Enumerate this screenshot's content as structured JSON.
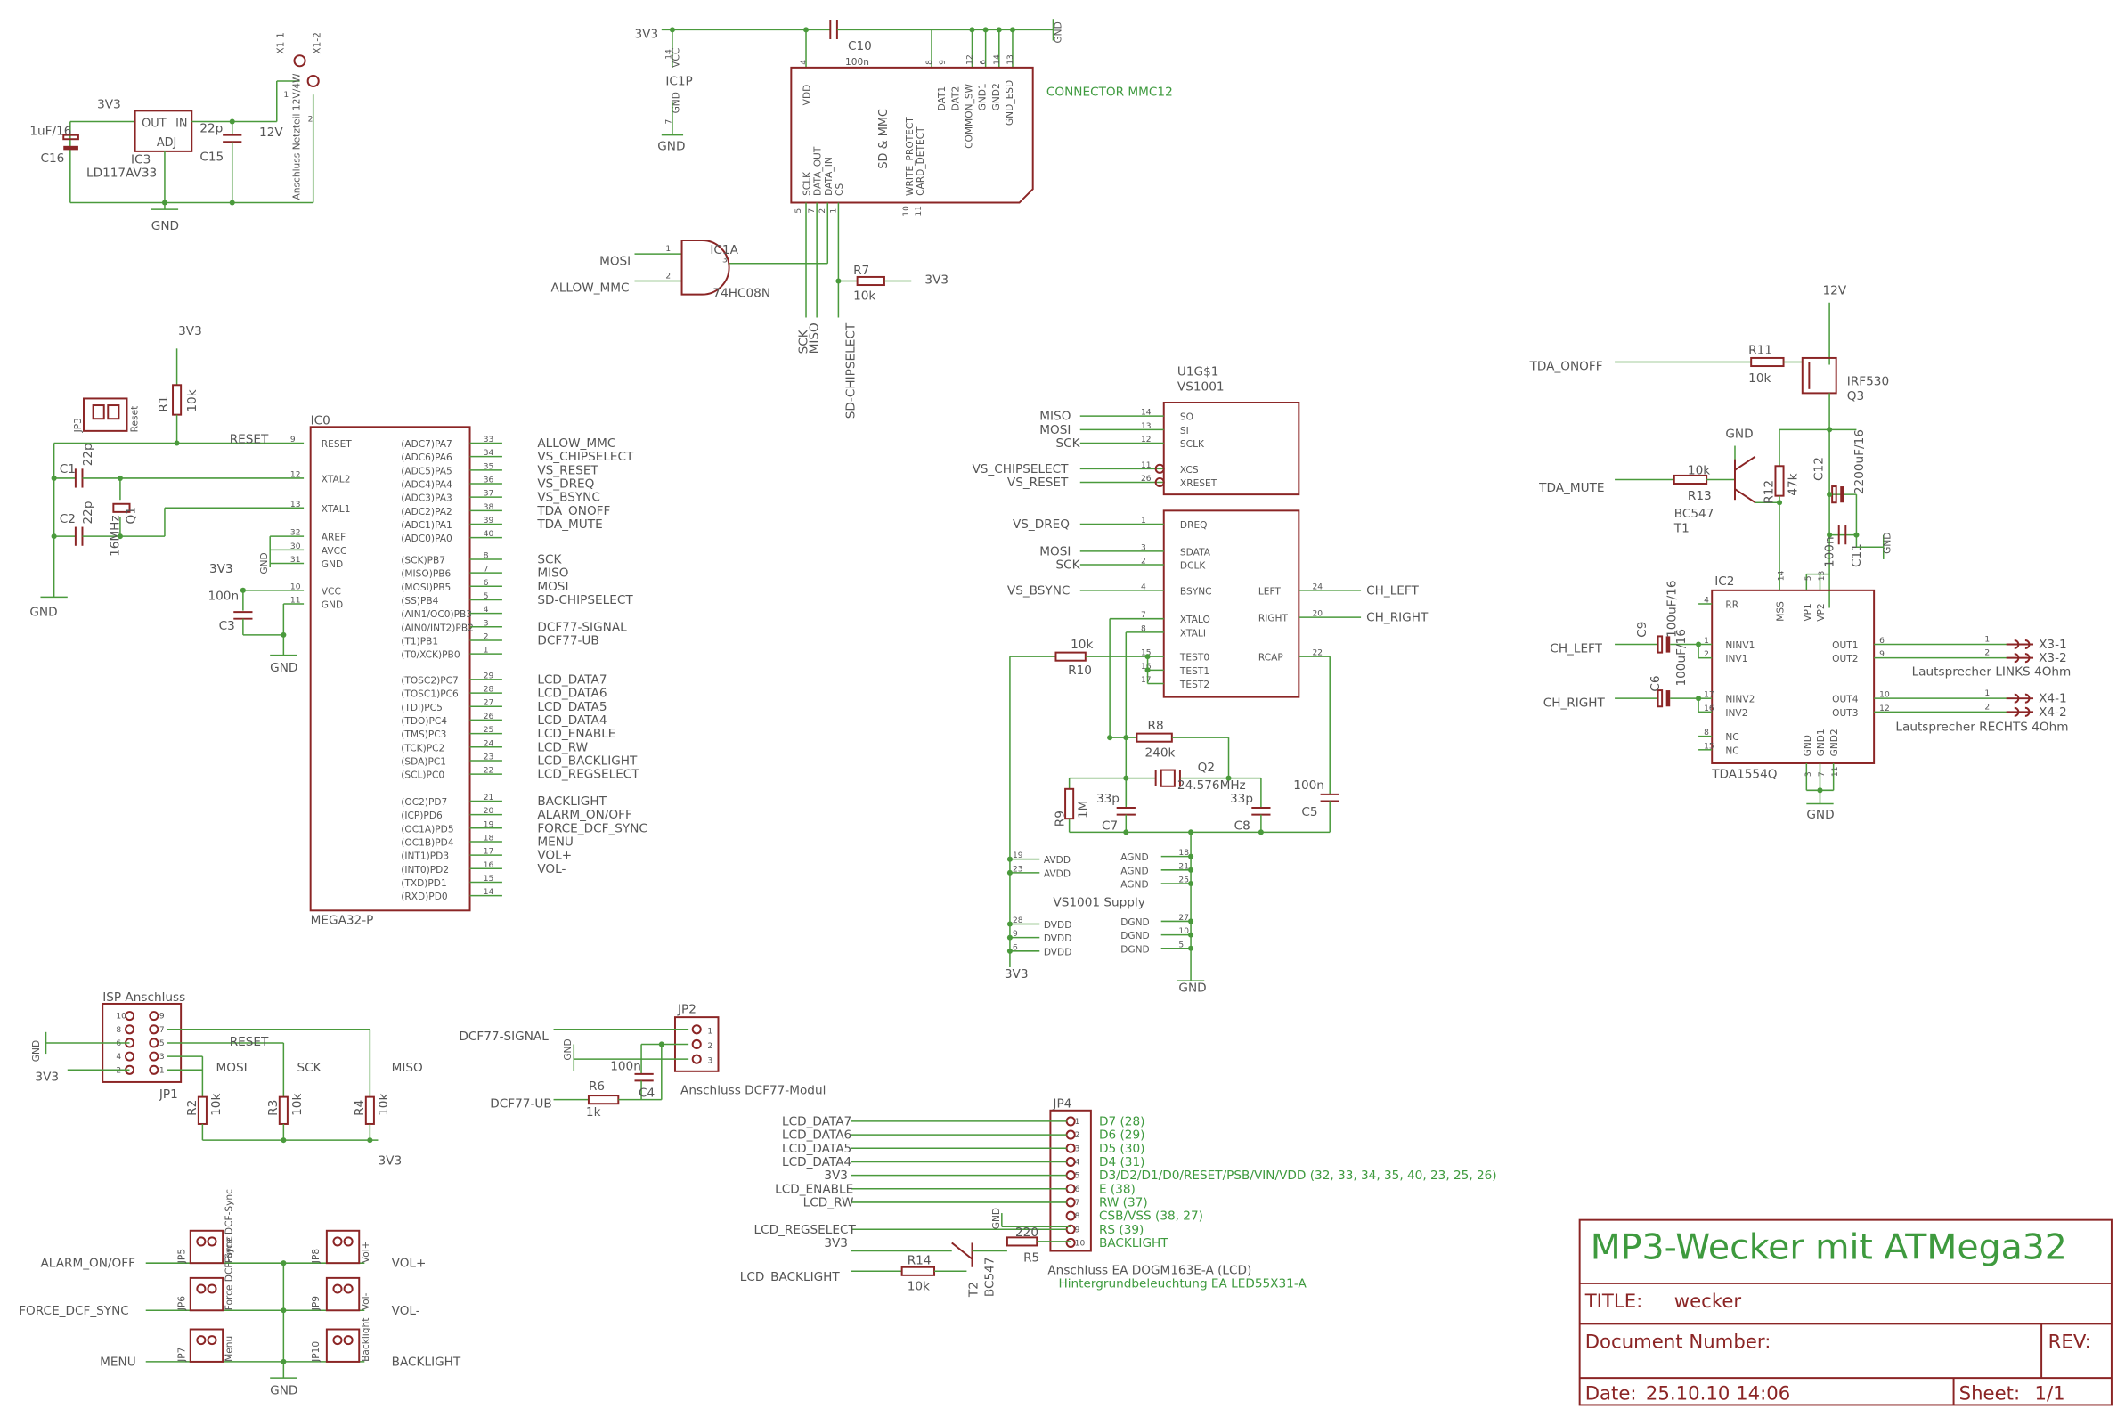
{
  "title_block": {
    "project": "MP3-Wecker mit ATMega32",
    "title_label": "TITLE:",
    "title_value": "wecker",
    "docnum_label": "Document Number:",
    "rev_label": "REV:",
    "date_label": "Date:",
    "date_value": "25.10.10 14:06",
    "sheet_label": "Sheet:",
    "sheet_value": "1/1"
  },
  "power_supply": {
    "c16_val": "1uF/16",
    "c16": "C16",
    "ic3_name": "IC3",
    "ic3_val": "LD117AV33",
    "ic3_out": "OUT",
    "ic3_in": "IN",
    "ic3_adj": "ADJ",
    "c15_val": "22p",
    "c15": "C15",
    "v3v3": "3V3",
    "v12": "12V",
    "gnd": "GND",
    "x1_1": "X1-1",
    "x1_2": "X1-2",
    "x1_note": "Anschluss Netzteil 12V/4W",
    "pin1": "1",
    "pin2": "2"
  },
  "sd_card": {
    "v3v3": "3V3",
    "c10": "C10",
    "c10_val": "100n",
    "gnd_top": "GND",
    "ic1p": "IC1P",
    "vcc": "VCC",
    "gnd_pin": "GND",
    "gnd_lbl": "GND",
    "pin14": "14",
    "pin7": "7",
    "title": "SD & MMC",
    "connector": "CONNECTOR MMC12",
    "vdd": "VDD",
    "pins_top": [
      "DAT1",
      "DAT2",
      "COMMON_SW",
      "GND1",
      "GND2",
      "GND_ESD"
    ],
    "pins_top_nums": [
      "8",
      "9",
      "12",
      "6",
      "14",
      "13"
    ],
    "vdd_num": "4",
    "pins_left": [
      "SCLK",
      "DATA_OUT",
      "DATA_IN",
      "CS"
    ],
    "pins_left_nums": [
      "5",
      "7",
      "2",
      "1"
    ],
    "pins_mid": [
      "WRITE_PROTECT",
      "CARD_DETECT"
    ],
    "pins_mid_nums": [
      "10",
      "11"
    ],
    "ic1a": "IC1A",
    "ic1a_val": "74HC08N",
    "mosi": "MOSI",
    "allow_mmc": "ALLOW_MMC",
    "g_pin1": "1",
    "g_pin2": "2",
    "g_pin3": "3",
    "r7": "R7",
    "r7_val": "10k",
    "v3v3_r7": "3V3",
    "sck": "SCK",
    "miso": "MISO",
    "sd_cs": "SD-CHIPSELECT"
  },
  "mcu": {
    "v3v3": "3V3",
    "r1": "R1",
    "r1_val": "10k",
    "jp3": "JP3",
    "reset_lbl": "Reset",
    "reset_net": "RESET",
    "c1": "C1",
    "c1_val": "22p",
    "c2": "C2",
    "c2_val": "22p",
    "q1": "Q1",
    "q1_val": "16MHz",
    "gnd": "GND",
    "gnd2": "GND",
    "gnd3": "GND",
    "c3": "C3",
    "c3_val": "100n",
    "v3v3_b": "3V3",
    "ic0": "IC0",
    "mega": "MEGA32-P",
    "left_pins": [
      {
        "num": "9",
        "name": "RESET"
      },
      {
        "num": "12",
        "name": "XTAL2"
      },
      {
        "num": "13",
        "name": "XTAL1"
      },
      {
        "num": "32",
        "name": "AREF"
      },
      {
        "num": "30",
        "name": "AVCC"
      },
      {
        "num": "31",
        "name": "GND"
      },
      {
        "num": "10",
        "name": "VCC"
      },
      {
        "num": "11",
        "name": "GND"
      }
    ],
    "right_pins": [
      {
        "name": "(ADC7)PA7",
        "num": "33",
        "net": "ALLOW_MMC"
      },
      {
        "name": "(ADC6)PA6",
        "num": "34",
        "net": "VS_CHIPSELECT"
      },
      {
        "name": "(ADC5)PA5",
        "num": "35",
        "net": "VS_RESET"
      },
      {
        "name": "(ADC4)PA4",
        "num": "36",
        "net": "VS_DREQ"
      },
      {
        "name": "(ADC3)PA3",
        "num": "37",
        "net": "VS_BSYNC"
      },
      {
        "name": "(ADC2)PA2",
        "num": "38",
        "net": "TDA_ONOFF"
      },
      {
        "name": "(ADC1)PA1",
        "num": "39",
        "net": "TDA_MUTE"
      },
      {
        "name": "(ADC0)PA0",
        "num": "40",
        "net": ""
      },
      {
        "name": "(SCK)PB7",
        "num": "8",
        "net": "SCK"
      },
      {
        "name": "(MISO)PB6",
        "num": "7",
        "net": "MISO"
      },
      {
        "name": "(MOSI)PB5",
        "num": "6",
        "net": "MOSI"
      },
      {
        "name": "(SS)PB4",
        "num": "5",
        "net": "SD-CHIPSELECT"
      },
      {
        "name": "(AIN1/OC0)PB3",
        "num": "4",
        "net": ""
      },
      {
        "name": "(AIN0/INT2)PB2",
        "num": "3",
        "net": "DCF77-SIGNAL"
      },
      {
        "name": "(T1)PB1",
        "num": "2",
        "net": "DCF77-UB"
      },
      {
        "name": "(T0/XCK)PB0",
        "num": "1",
        "net": ""
      },
      {
        "name": "(TOSC2)PC7",
        "num": "29",
        "net": "LCD_DATA7"
      },
      {
        "name": "(TOSC1)PC6",
        "num": "28",
        "net": "LCD_DATA6"
      },
      {
        "name": "(TDI)PC5",
        "num": "27",
        "net": "LCD_DATA5"
      },
      {
        "name": "(TDO)PC4",
        "num": "26",
        "net": "LCD_DATA4"
      },
      {
        "name": "(TMS)PC3",
        "num": "25",
        "net": "LCD_ENABLE"
      },
      {
        "name": "(TCK)PC2",
        "num": "24",
        "net": "LCD_RW"
      },
      {
        "name": "(SDA)PC1",
        "num": "23",
        "net": "LCD_BACKLIGHT"
      },
      {
        "name": "(SCL)PC0",
        "num": "22",
        "net": "LCD_REGSELECT"
      },
      {
        "name": "(OC2)PD7",
        "num": "21",
        "net": "BACKLIGHT"
      },
      {
        "name": "(ICP)PD6",
        "num": "20",
        "net": "ALARM_ON/OFF"
      },
      {
        "name": "(OC1A)PD5",
        "num": "19",
        "net": "FORCE_DCF_SYNC"
      },
      {
        "name": "(OC1B)PD4",
        "num": "18",
        "net": "MENU"
      },
      {
        "name": "(INT1)PD3",
        "num": "17",
        "net": "VOL+"
      },
      {
        "name": "(INT0)PD2",
        "num": "16",
        "net": "VOL-"
      },
      {
        "name": "(TXD)PD1",
        "num": "15",
        "net": ""
      },
      {
        "name": "(RXD)PD0",
        "num": "14",
        "net": ""
      }
    ]
  },
  "vs1001": {
    "name": "U1G$1",
    "val": "VS1001",
    "top_pins": [
      {
        "net": "MISO",
        "num": "14",
        "name": "SO"
      },
      {
        "net": "MOSI",
        "num": "13",
        "name": "SI"
      },
      {
        "net": "SCK",
        "num": "12",
        "name": "SCLK"
      },
      {
        "net": "VS_CHIPSELECT",
        "num": "11",
        "name": "XCS"
      },
      {
        "net": "VS_RESET",
        "num": "26",
        "name": "XRESET"
      }
    ],
    "bot_pins": [
      {
        "net": "VS_DREQ",
        "num": "1",
        "name": "DREQ"
      },
      {
        "net": "MOSI",
        "num": "3",
        "name": "SDATA"
      },
      {
        "net": "SCK",
        "num": "2",
        "name": "DCLK"
      },
      {
        "net": "VS_BSYNC",
        "num": "4",
        "name": "BSYNC"
      },
      {
        "net": "",
        "num": "7",
        "name": "XTALO"
      },
      {
        "net": "",
        "num": "8",
        "name": "XTALI"
      },
      {
        "net": "",
        "num": "15",
        "name": "TEST0"
      },
      {
        "net": "",
        "num": "16",
        "name": "TEST1"
      },
      {
        "net": "",
        "num": "17",
        "name": "TEST2"
      }
    ],
    "right_pins": [
      {
        "name": "LEFT",
        "num": "24",
        "net": "CH_LEFT"
      },
      {
        "name": "RIGHT",
        "num": "20",
        "net": "CH_RIGHT"
      },
      {
        "name": "RCAP",
        "num": "22",
        "net": ""
      }
    ],
    "r10": "R10",
    "r10_val": "10k",
    "r8": "R8",
    "r8_val": "240k",
    "q2": "Q2",
    "q2_val": "24.576MHz",
    "r9": "R9",
    "r9_val": "1M",
    "c7": "C7",
    "c7_val": "33p",
    "c8": "C8",
    "c8_val": "33p",
    "c5": "C5",
    "c5_val": "100n",
    "supply_left": [
      {
        "num": "19",
        "name": "AVDD"
      },
      {
        "num": "23",
        "name": "AVDD"
      },
      {
        "num": "28",
        "name": "DVDD"
      },
      {
        "num": "9",
        "name": "DVDD"
      },
      {
        "num": "6",
        "name": "DVDD"
      }
    ],
    "supply_right": [
      {
        "name": "AGND",
        "num": "18"
      },
      {
        "name": "AGND",
        "num": "21"
      },
      {
        "name": "AGND",
        "num": "25"
      },
      {
        "name": "DGND",
        "num": "27"
      },
      {
        "name": "DGND",
        "num": "10"
      },
      {
        "name": "DGND",
        "num": "5"
      }
    ],
    "supply_label": "VS1001 Supply",
    "v3v3": "3V3",
    "gnd": "GND"
  },
  "amp": {
    "v12": "12V",
    "tda_onoff": "TDA_ONOFF",
    "r11": "R11",
    "r11_val": "10k",
    "q3_val": "IRF530",
    "q3": "Q3",
    "gnd": "GND",
    "tda_mute": "TDA_MUTE",
    "r13": "R13",
    "r13_val": "10k",
    "t1_val": "BC547",
    "t1": "T1",
    "r12": "R12",
    "r12_val": "47k",
    "c12": "C12",
    "c12_val": "2200uF/16",
    "c11": "C11",
    "c11_val": "100n",
    "gnd2": "GND",
    "ic2": "IC2",
    "ic2_val": "TDA1554Q",
    "ch_left": "CH_LEFT",
    "ch_right": "CH_RIGHT",
    "c9": "C9",
    "c9_val": "100uF/16",
    "c6": "C6",
    "c6_val": "100uF/16",
    "pins_left": [
      {
        "num": "4",
        "name": "RR"
      },
      {
        "num": "1",
        "name": "NINV1"
      },
      {
        "num": "2",
        "name": "INV1"
      },
      {
        "num": "17",
        "name": "NINV2"
      },
      {
        "num": "16",
        "name": "INV2"
      },
      {
        "num": "8",
        "name": "NC"
      },
      {
        "num": "15",
        "name": "NC"
      }
    ],
    "pins_top": [
      {
        "num": "14",
        "name": "MSS"
      },
      {
        "num": "5",
        "name": "VP1"
      },
      {
        "num": "13",
        "name": "VP2"
      }
    ],
    "pins_right": [
      {
        "name": "OUT1",
        "num": "6"
      },
      {
        "name": "OUT2",
        "num": "9"
      },
      {
        "name": "OUT4",
        "num": "10"
      },
      {
        "name": "OUT3",
        "num": "12"
      }
    ],
    "pins_bottom": [
      {
        "num": "3",
        "name": "GND"
      },
      {
        "num": "7",
        "name": "GND1"
      },
      {
        "num": "11",
        "name": "GND2"
      }
    ],
    "x3_1": "X3-1",
    "x3_2": "X3-2",
    "x4_1": "X4-1",
    "x4_2": "X4-2",
    "spk_l": "Lautsprecher LINKS 4Ohm",
    "spk_r": "Lautsprecher RECHTS 4Ohm",
    "p1": "1",
    "p2": "2",
    "gnd_bot": "GND"
  },
  "isp": {
    "title": "ISP Anschluss",
    "jp1": "JP1",
    "gnd": "GND",
    "v3v3": "3V3",
    "pins_even": [
      "10",
      "8",
      "6",
      "4",
      "2"
    ],
    "pins_odd": [
      "9",
      "7",
      "5",
      "3",
      "1"
    ],
    "reset": "RESET",
    "mosi": "MOSI",
    "sck": "SCK",
    "miso": "MISO",
    "r2": "R2",
    "r2_val": "10k",
    "r3": "R3",
    "r3_val": "10k",
    "r4": "R4",
    "r4_val": "10k",
    "v3v3_b": "3V3"
  },
  "dcf": {
    "jp2": "JP2",
    "signal": "DCF77-SIGNAL",
    "ub": "DCF77-UB",
    "gnd": "GND",
    "c4": "C4",
    "c4_val": "100n",
    "r6": "R6",
    "r6_val": "1k",
    "label": "Anschluss DCF77-Modul",
    "pins": [
      "1",
      "2",
      "3"
    ]
  },
  "lcd": {
    "jp4": "JP4",
    "nets": [
      "LCD_DATA7",
      "LCD_DATA6",
      "LCD_DATA5",
      "LCD_DATA4",
      "3V3",
      "LCD_ENABLE",
      "LCD_RW",
      "",
      "LCD_REGSELECT",
      "3V3"
    ],
    "pins": [
      "1",
      "2",
      "3",
      "4",
      "5",
      "6",
      "7",
      "8",
      "9",
      "10"
    ],
    "desc": [
      "D7 (28)",
      "D6 (29)",
      "D5 (30)",
      "D4 (31)",
      "D3/D2/D1/D0/RESET/PSB/VIN/VDD (32, 33, 34, 35, 40, 23, 25, 26)",
      "E (38)",
      "RW (37)",
      "CSB/VSS (38, 27)",
      "RS (39)",
      "BACKLIGHT"
    ],
    "gnd": "GND",
    "r5": "R5",
    "r5_val": "220",
    "lcd_backlight": "LCD_BACKLIGHT",
    "r14": "R14",
    "r14_val": "10k",
    "t2": "T2",
    "t2_val": "BC547",
    "anschluss": "Anschluss EA DOGM163E-A (LCD)",
    "hinter": "Hintergrundbeleuchtung EA LED55X31-A"
  },
  "buttons": {
    "left": [
      {
        "net": "ALARM_ON/OFF",
        "jp": "JP5",
        "label": "Force DCF-Sync"
      },
      {
        "net": "FORCE_DCF_SYNC",
        "jp": "JP6",
        "label": "Force DCF-Sync"
      },
      {
        "net": "MENU",
        "jp": "JP7",
        "label": "Menu"
      }
    ],
    "right": [
      {
        "net": "VOL+",
        "jp": "JP8",
        "label": "Vol+"
      },
      {
        "net": "VOL-",
        "jp": "JP9",
        "label": "Vol-"
      },
      {
        "net": "BACKLIGHT",
        "jp": "JP10",
        "label": "Backlight"
      }
    ],
    "gnd": "GND"
  }
}
